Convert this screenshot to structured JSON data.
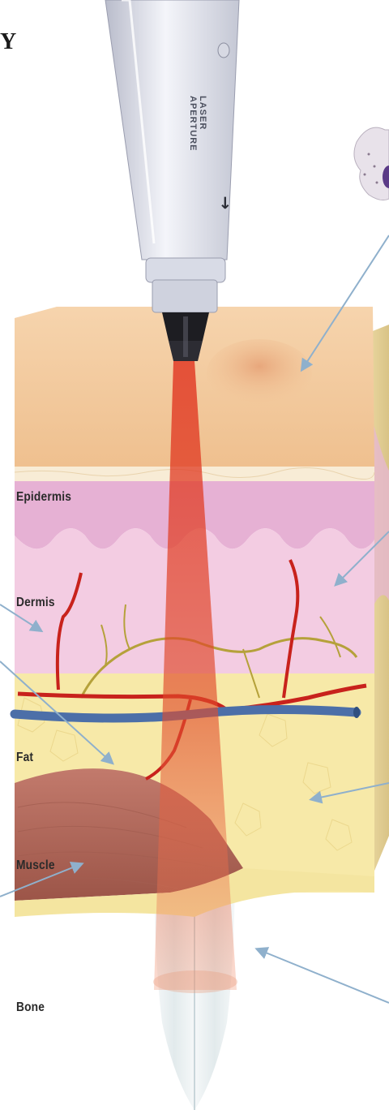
{
  "title_fragment": "Y",
  "handpiece": {
    "aperture_line1": "LASER",
    "aperture_line2": "APERTURE",
    "arrow": "→"
  },
  "layers": {
    "epidermis": "Epidermis",
    "dermis": "Dermis",
    "fat": "Fat",
    "muscle": "Muscle",
    "bone": "Bone"
  },
  "colors": {
    "skin_surface": "#f2c79a",
    "epidermis": "#e8b5d6",
    "dermis": "#f3c9e0",
    "fat": "#f7e9a8",
    "muscle": "#b56b5e",
    "bone": "#eaf0f3",
    "laser_beam": "#e0331f",
    "artery": "#c8221c",
    "vein": "#4c6fa8",
    "nerve": "#b5a13a",
    "callout_arrow": "#8fb0cc"
  },
  "icons": [
    "laser-handpiece-icon",
    "macrophage-cell-icon",
    "callout-arrow-icon"
  ]
}
